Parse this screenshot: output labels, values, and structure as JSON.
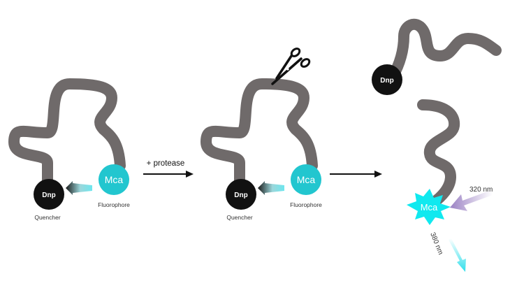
{
  "colors": {
    "peptide": "#6f6a6a",
    "quencher": "#111111",
    "fluorophore": "#22c6cf",
    "fluorophore_burst": "#10e9ef",
    "excitation_arrow": "#a58bc8",
    "emission_arrow": "#32e0ec",
    "energy_transfer_arrow": "#1a1a1a"
  },
  "icons": [
    "scissors-icon",
    "reaction-arrow-icon",
    "light-ray-arrow-icon"
  ],
  "panel1": {
    "quencher_label": "Dnp",
    "quencher_caption": "Quencher",
    "fluorophore_label": "Mca",
    "fluorophore_caption": "Fluorophore"
  },
  "arrow1_label": "+ protease",
  "panel2": {
    "quencher_label": "Dnp",
    "quencher_caption": "Quencher",
    "fluorophore_label": "Mca",
    "fluorophore_caption": "Fluorophore"
  },
  "panel3": {
    "quencher_label": "Dnp",
    "fluorophore_label": "Mca",
    "excitation_label": "320 nm",
    "emission_label": "380 nm"
  }
}
